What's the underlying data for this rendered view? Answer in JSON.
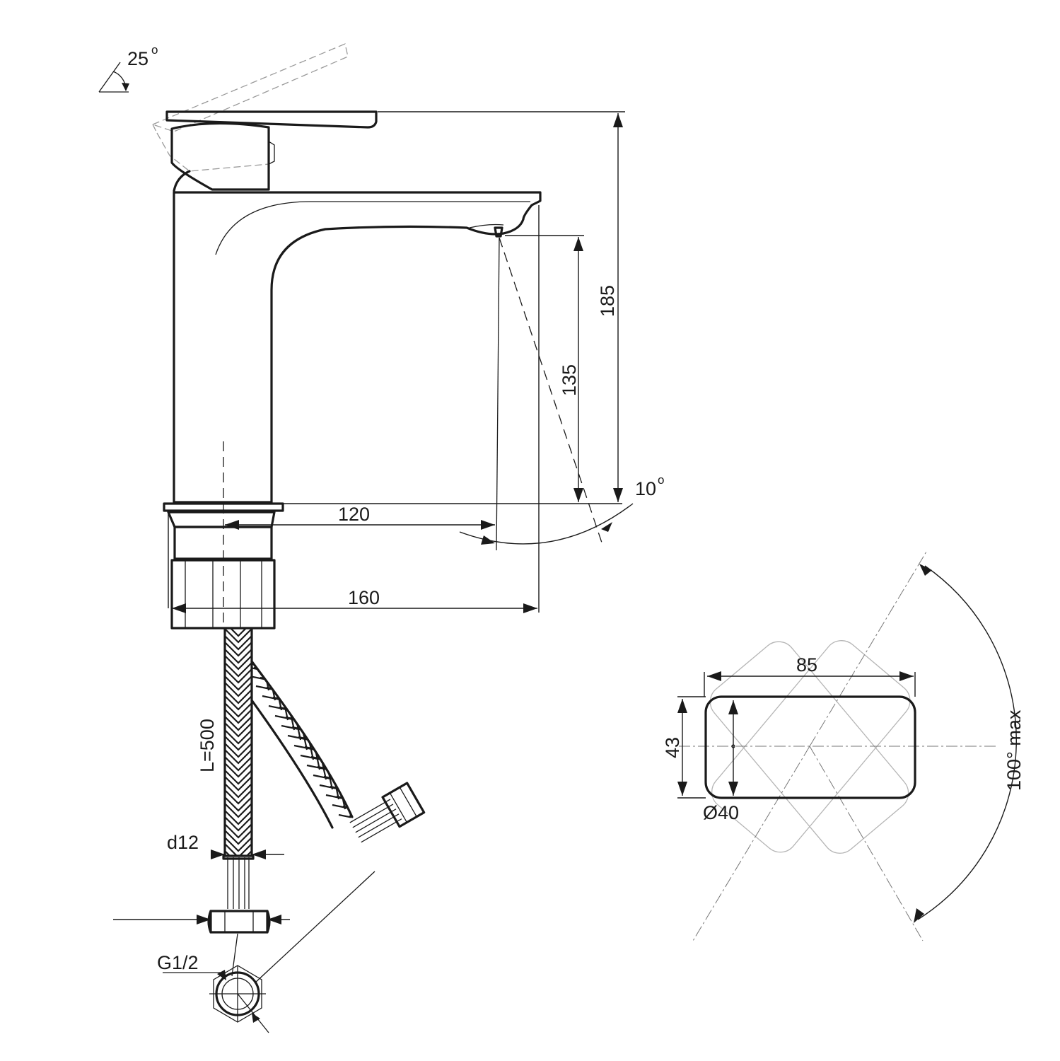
{
  "labels": {
    "lever_angle": "25",
    "spout_angle": "10",
    "reach_120": "120",
    "reach_160": "160",
    "height_185": "185",
    "height_135": "135",
    "hose_length": "L=500",
    "hose_diameter": "d12",
    "thread": "G1/2",
    "handle_width": "85",
    "handle_depth": "43",
    "base_diameter": "Ø40",
    "rotation": "100° max",
    "degree_mark": "o"
  }
}
